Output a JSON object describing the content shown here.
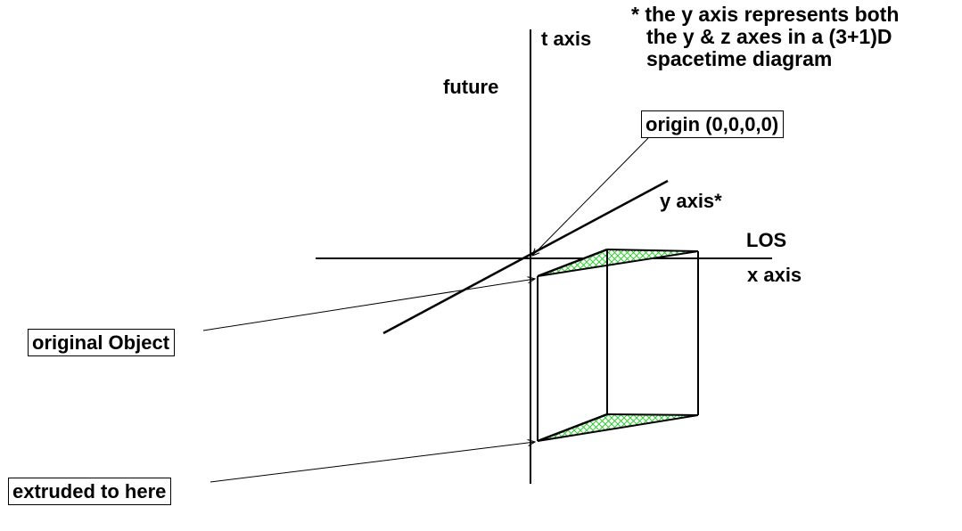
{
  "labels": {
    "t_axis": "t axis",
    "future": "future",
    "y_axis": "y axis*",
    "los": "LOS",
    "x_axis": "x axis"
  },
  "callouts": {
    "origin": "origin (0,0,0,0)",
    "original_object": "original Object",
    "extruded": "extruded to here"
  },
  "note": {
    "line1": "* the y axis represents both",
    "line2": "the y & z axes in a (3+1)D",
    "line3": "spacetime diagram"
  },
  "colors": {
    "line": "#000000",
    "hatch": "#33cc33",
    "background": "#ffffff"
  }
}
